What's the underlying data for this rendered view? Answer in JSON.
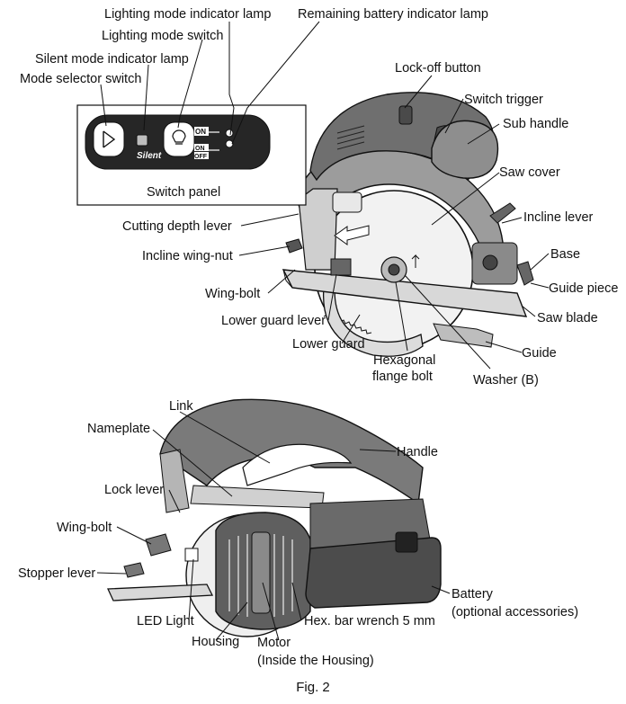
{
  "labels": {
    "lighting_mode_indicator_lamp": "Lighting mode indicator lamp",
    "remaining_battery_indicator_lamp": "Remaining battery indicator lamp",
    "lighting_mode_switch": "Lighting mode switch",
    "silent_mode_indicator_lamp": "Silent mode indicator lamp",
    "mode_selector_switch": "Mode selector switch",
    "lock_off_button": "Lock-off button",
    "switch_trigger": "Switch trigger",
    "sub_handle": "Sub handle",
    "saw_cover": "Saw cover",
    "switch_panel": "Switch panel",
    "incline_lever": "Incline lever",
    "cutting_depth_lever": "Cutting depth lever",
    "base": "Base",
    "incline_wing_nut": "Incline wing-nut",
    "guide_piece": "Guide piece",
    "wing_bolt_top": "Wing-bolt",
    "saw_blade": "Saw blade",
    "lower_guard_lever": "Lower guard lever",
    "lower_guard": "Lower guard",
    "guide": "Guide",
    "hexagonal_flange_bolt_1": "Hexagonal",
    "hexagonal_flange_bolt_2": "flange bolt",
    "washer_b": "Washer (B)",
    "link": "Link",
    "nameplate": "Nameplate",
    "handle": "Handle",
    "lock_lever": "Lock lever",
    "wing_bolt_bottom": "Wing-bolt",
    "stopper_lever": "Stopper lever",
    "battery_1": "Battery",
    "battery_2": "(optional accessories)",
    "led_light": "LED Light",
    "hex_bar_wrench": "Hex. bar wrench 5 mm",
    "housing": "Housing",
    "motor_1": "Motor",
    "motor_2": "(Inside the Housing)"
  },
  "panel": {
    "silent": "Silent",
    "on_top": "ON",
    "on_bottom": "ON",
    "off": "OFF"
  },
  "caption": "Fig. 2"
}
